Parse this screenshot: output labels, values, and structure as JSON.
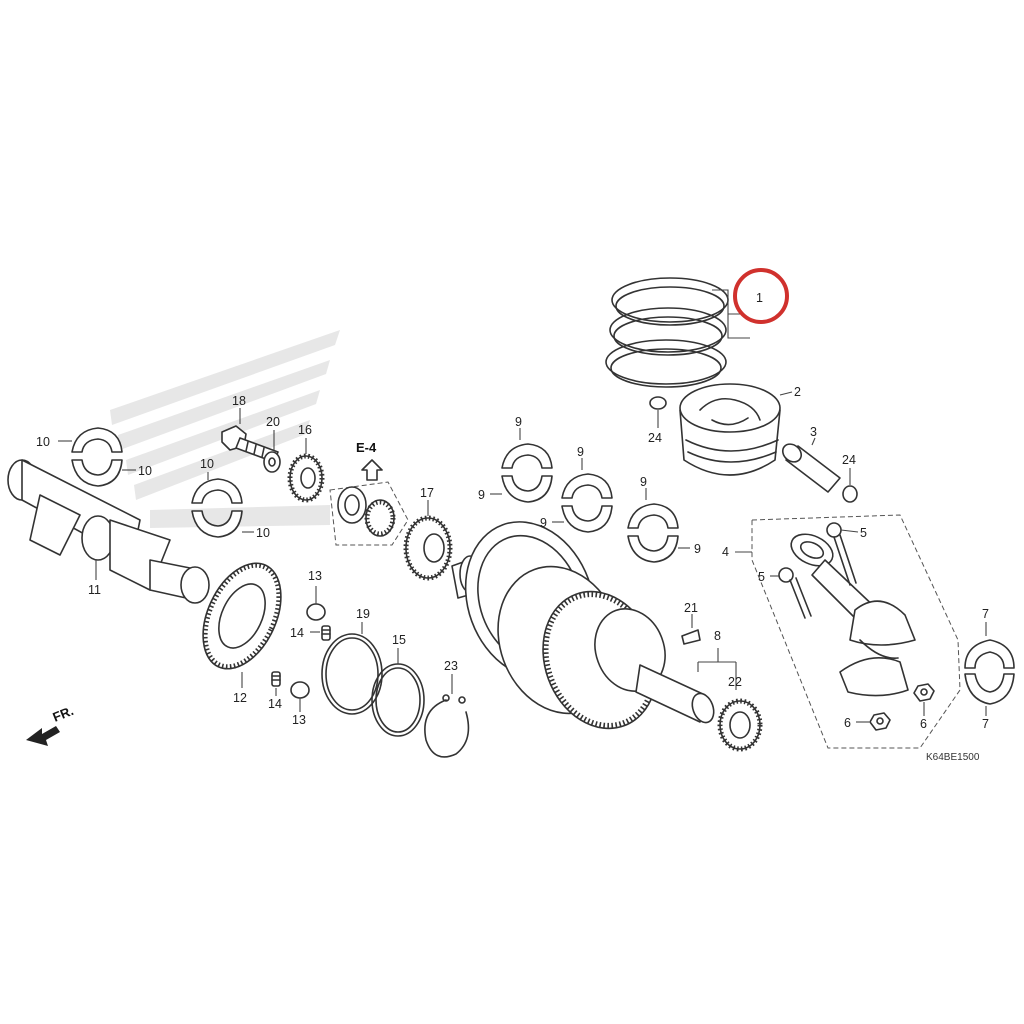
{
  "diagram": {
    "reference_label": "E-4",
    "front_label": "FR.",
    "part_code": "K64BE1500",
    "highlight_color": "#d0312d",
    "line_color": "#333333",
    "callouts": {
      "c1": "1",
      "c2": "2",
      "c3": "3",
      "c4": "4",
      "c5a": "5",
      "c5b": "5",
      "c6a": "6",
      "c6b": "6",
      "c7a": "7",
      "c7b": "7",
      "c8": "8",
      "c9a": "9",
      "c9b": "9",
      "c9c": "9",
      "c9d": "9",
      "c9e": "9",
      "c9f": "9",
      "c10a": "10",
      "c10b": "10",
      "c10c": "10",
      "c10d": "10",
      "c11": "11",
      "c12": "12",
      "c13a": "13",
      "c13b": "13",
      "c14a": "14",
      "c14b": "14",
      "c15": "15",
      "c16": "16",
      "c17": "17",
      "c18": "18",
      "c19": "19",
      "c20": "20",
      "c21": "21",
      "c22": "22",
      "c23": "23",
      "c24a": "24",
      "c24b": "24"
    }
  }
}
